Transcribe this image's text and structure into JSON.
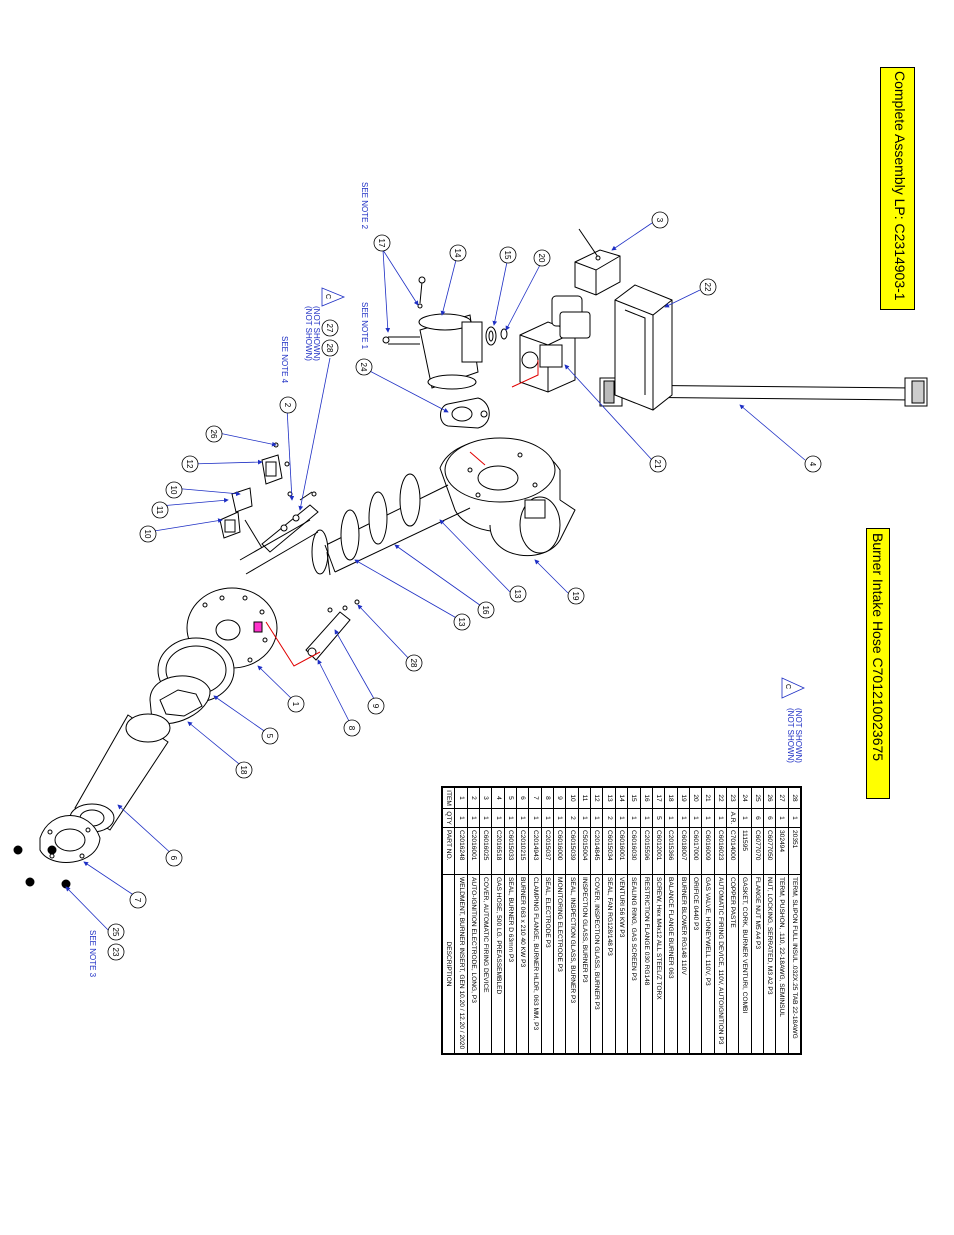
{
  "titles": {
    "complete_assembly": "Complete Assembly LP:  C2314903-1",
    "intake_hose": "Burner Intake Hose  C701210023675"
  },
  "notes": {
    "note1": "SEE NOTE 1",
    "note2": "SEE NOTE 2",
    "note3": "SEE NOTE 3",
    "note4": "SEE NOTE 4",
    "not_shown_a": "(NOT SHOWN)",
    "not_shown_b": "(NOT SHOWN)",
    "not_shown_c": "(NOT SHOWN)",
    "rev_c": "C"
  },
  "balloons": [
    "1",
    "2",
    "3",
    "4",
    "5",
    "6",
    "7",
    "8",
    "9",
    "10",
    "10",
    "11",
    "12",
    "13",
    "13",
    "14",
    "15",
    "16",
    "17",
    "18",
    "19",
    "20",
    "21",
    "22",
    "23",
    "24",
    "25",
    "26",
    "27",
    "28",
    "28"
  ],
  "bom": {
    "header": {
      "item": "ITEM",
      "qty": "QTY",
      "part": "PART NO.",
      "desc": "DESCRIPTION"
    },
    "rows": [
      {
        "item": "28",
        "qty": "1",
        "part": "20351",
        "desc": "TERM, SLIPON FULL INSUL .032X.25 TAB 22-18AWG"
      },
      {
        "item": "27",
        "qty": "1",
        "part": "302494",
        "desc": "TERM, PUSHON, .110, 22-18AWG, SEMINSUL"
      },
      {
        "item": "26",
        "qty": "6",
        "part": "C6077050",
        "desc": "NUT, LOCKING, SERRATED, M3 A2 P3"
      },
      {
        "item": "25",
        "qty": "6",
        "part": "C6077070",
        "desc": "FLANGE NUT M5 A4 P3"
      },
      {
        "item": "24",
        "qty": "1",
        "part": "111595",
        "desc": "GASKET, CORK, BURNER VENTURI, COMBI"
      },
      {
        "item": "23",
        "qty": "A.R.",
        "part": "C7014000",
        "desc": "COPPER PASTE"
      },
      {
        "item": "22",
        "qty": "1",
        "part": "C6016023",
        "desc": "AUTOMATIC FIRING DEVICE, 110V, AUTOIGNITION P3"
      },
      {
        "item": "21",
        "qty": "1",
        "part": "C6016009",
        "desc": "GAS VALVE, HONEYWELL 110V, P3"
      },
      {
        "item": "20",
        "qty": "1",
        "part": "C6017000",
        "desc": "ORIFICE 0440 P3"
      },
      {
        "item": "19",
        "qty": "1",
        "part": "C6018007",
        "desc": "BURNER BLOWER RG148 110V"
      },
      {
        "item": "18",
        "qty": "1",
        "part": "C2015366",
        "desc": "BALANCE FLANGE BURNER 063"
      },
      {
        "item": "17",
        "qty": "5",
        "part": "C6012001",
        "desc": "SCREW, Hex M4x12 ALL STEEL/Z TORX"
      },
      {
        "item": "16",
        "qty": "1",
        "part": "C2015596",
        "desc": "RESTRICTION FLANGE 030 RG148"
      },
      {
        "item": "15",
        "qty": "1",
        "part": "C6016030",
        "desc": "SEALING RING, GAS SCREEN P3"
      },
      {
        "item": "14",
        "qty": "1",
        "part": "C6016001",
        "desc": "VENTURI 56 KW P3"
      },
      {
        "item": "13",
        "qty": "2",
        "part": "C6015034",
        "desc": "SEAL, FAN RG128/148 P3"
      },
      {
        "item": "12",
        "qty": "1",
        "part": "C2014845",
        "desc": "COVER, INSPECTION GLASS, BURNER P3"
      },
      {
        "item": "11",
        "qty": "1",
        "part": "C5015004",
        "desc": "INSPECTION GLASS, BURNER P3"
      },
      {
        "item": "10",
        "qty": "2",
        "part": "C6015039",
        "desc": "SEAL, INSPECTION GLASS, BURNER P3"
      },
      {
        "item": "9",
        "qty": "1",
        "part": "C6016000",
        "desc": "MONITORING ELECTRODE P3"
      },
      {
        "item": "8",
        "qty": "1",
        "part": "C2015037",
        "desc": "SEAL, ELECTRODE P3"
      },
      {
        "item": "7",
        "qty": "1",
        "part": "C2014943",
        "desc": "CLAMPING FLANGE, BURNER HLDR, 063 MM, P3"
      },
      {
        "item": "6",
        "qty": "1",
        "part": "C2010215",
        "desc": "BURNER 063 x 210 40 KW P3"
      },
      {
        "item": "5",
        "qty": "1",
        "part": "C6015033",
        "desc": "SEAL, BURNER D 63mm P3"
      },
      {
        "item": "4",
        "qty": "1",
        "part": "C2016518",
        "desc": "GAS HOSE, 500 LG. PREASSEMBLED"
      },
      {
        "item": "3",
        "qty": "1",
        "part": "C6016025",
        "desc": "COVER, AUTOMATIC FIRING DEVICE"
      },
      {
        "item": "2",
        "qty": "1",
        "part": "C2016001",
        "desc": "AUTO-IGNITION ELECTRODE, LONG, P3"
      },
      {
        "item": "1",
        "qty": "1",
        "part": "C2016248",
        "desc": "WELDMENT, BURNER INSERT, GEN 10.20 / 12.20 / 2020"
      }
    ]
  },
  "colors": {
    "title_bg": "#ffff00",
    "leader": "#1e2fc4",
    "gasline": "#e00000",
    "line": "#000000"
  }
}
